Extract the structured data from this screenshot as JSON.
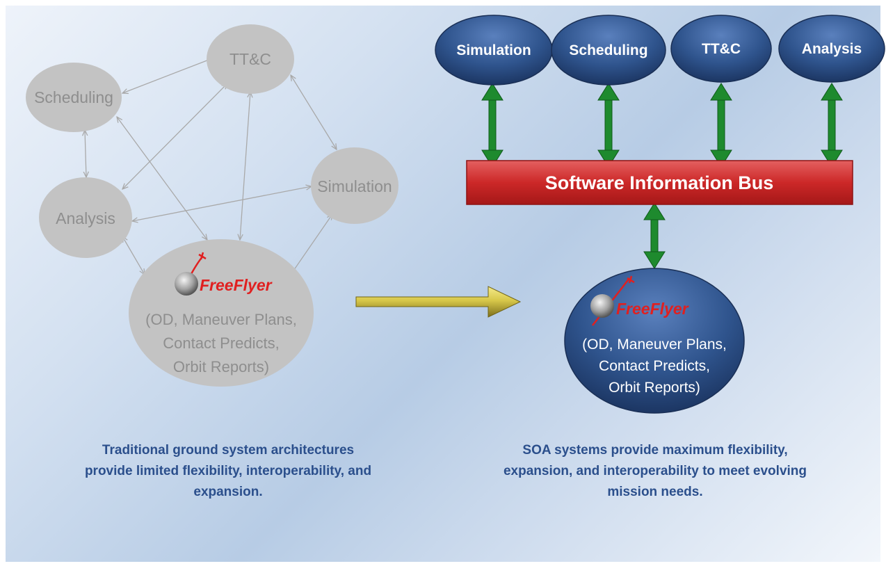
{
  "traditional": {
    "nodes": {
      "tt_c": "TT&C",
      "scheduling": "Scheduling",
      "analysis": "Analysis",
      "simulation": "Simulation"
    },
    "freeflyer": {
      "logo": "FreeFlyer",
      "lines": [
        "(OD, Maneuver Plans,",
        "Contact Predicts,",
        "Orbit Reports)"
      ]
    },
    "caption": [
      "Traditional ground system architectures",
      "provide limited flexibility, interoperability, and",
      "expansion."
    ]
  },
  "soa": {
    "services": [
      "Simulation",
      "Scheduling",
      "TT&C",
      "Analysis"
    ],
    "bus_label": "Software Information Bus",
    "freeflyer": {
      "logo": "FreeFlyer",
      "lines": [
        "(OD, Maneuver Plans,",
        "Contact Predicts,",
        "Orbit Reports)"
      ]
    },
    "caption": [
      "SOA systems provide maximum flexibility,",
      "expansion, and interoperability to meet evolving",
      "mission needs."
    ]
  },
  "colors": {
    "gray_node": "#c3c3c3",
    "gray_text": "#8e8e8e",
    "blue_node": "#2e5289",
    "bus_red": "#d03030",
    "green_arrow": "#1e8a2e",
    "gold_arrow": "#c2b43a",
    "caption_blue": "#2b4f8c"
  }
}
